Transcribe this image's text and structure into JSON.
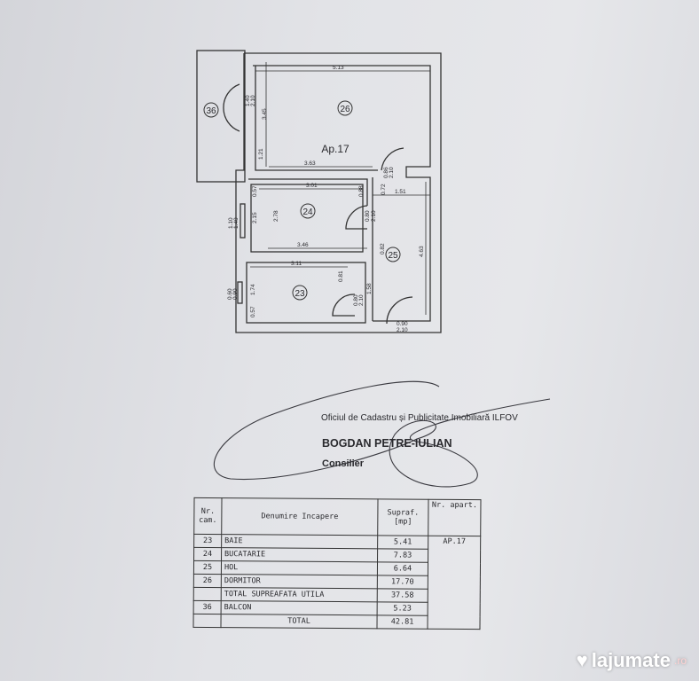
{
  "plan": {
    "apartment_label": "Ap.17",
    "rooms": {
      "balcony": "36",
      "bedroom": "26",
      "kitchen": "24",
      "hall": "25",
      "bathroom": "23"
    },
    "dimensions": {
      "bedroom_width": "5.13",
      "bedroom_depth": "3.45",
      "bedroom_lower": "3.63",
      "bedroom_side": "1.21",
      "balcony_door": "1.40",
      "balcony_door_h": "2.10",
      "kitchen_top": "3.01",
      "kitchen_bottom": "3.46",
      "kitchen_height": "2.78",
      "kitchen_side": "2.15",
      "kitchen_sill": "0.57",
      "kitchen_door_gap": "0.88",
      "kitchen_door": "0.80",
      "kitchen_door_h": "2.10",
      "kitchen_window": "1.10",
      "kitchen_window_h": "1.40",
      "hall_width": "1.51",
      "hall_depth": "4.63",
      "hall_top": "0.72",
      "hall_mid": "0.82",
      "bedroom_door": "0.86",
      "bedroom_door_h": "2.10",
      "bath_top": "3.11",
      "bath_side": "1.74",
      "bath_sill": "0.57",
      "bath_right": "0.81",
      "bath_door_side": "1.58",
      "bath_door": "0.80",
      "bath_door_h": "2.10",
      "bath_window": "0.60",
      "bath_window_h": "0.90",
      "entry_door": "0.90",
      "entry_door_h": "2.10"
    }
  },
  "stamp": {
    "office": "Oficiul de Cadastru și Publicitate Imobiliară ILFOV",
    "name": "BOGDAN PETRE-IULIAN",
    "role": "Consilier"
  },
  "table": {
    "headers": [
      "Nr. cam.",
      "Denumire Incapere",
      "Supraf. [mp]",
      "Nr. apart."
    ],
    "apartment": "AP.17",
    "rows": [
      {
        "nr": "23",
        "name": "BAIE",
        "area": "5.41"
      },
      {
        "nr": "24",
        "name": "BUCATARIE",
        "area": "7.83"
      },
      {
        "nr": "25",
        "name": "HOL",
        "area": "6.64"
      },
      {
        "nr": "26",
        "name": "DORMITOR",
        "area": "17.70"
      },
      {
        "nr": "",
        "name": "TOTAL SUPREAFATA UTILA",
        "area": "37.58"
      },
      {
        "nr": "36",
        "name": "BALCON",
        "area": "5.23"
      },
      {
        "nr": "",
        "name": "TOTAL",
        "area": "42.81"
      }
    ]
  },
  "watermark": {
    "brand": "lajumate",
    "tld": ".ro"
  }
}
